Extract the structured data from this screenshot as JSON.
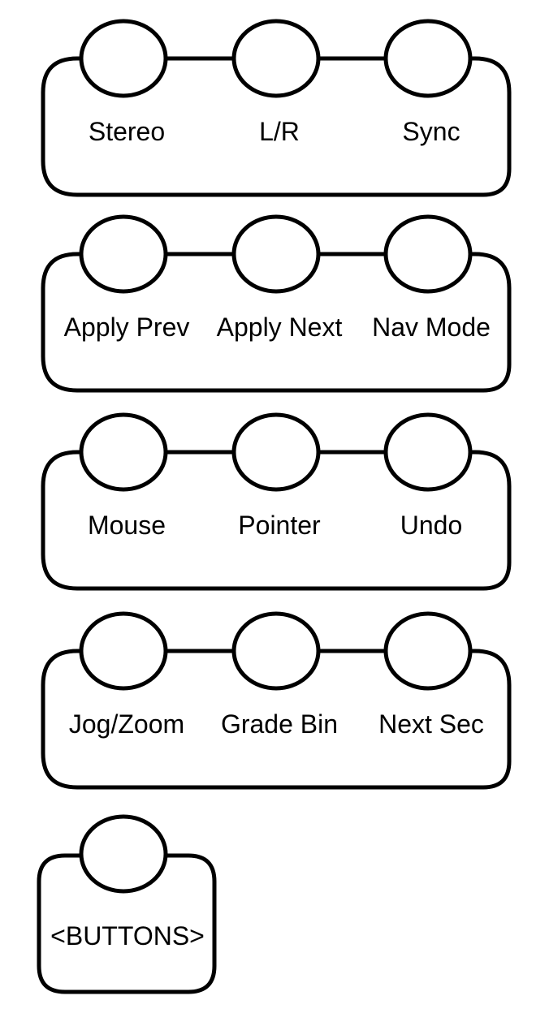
{
  "groups": [
    {
      "buttons": [
        {
          "label": "Stereo"
        },
        {
          "label": "L/R"
        },
        {
          "label": "Sync"
        }
      ]
    },
    {
      "buttons": [
        {
          "label": "Apply Prev"
        },
        {
          "label": "Apply Next"
        },
        {
          "label": "Nav Mode"
        }
      ]
    },
    {
      "buttons": [
        {
          "label": "Mouse"
        },
        {
          "label": "Pointer"
        },
        {
          "label": "Undo"
        }
      ]
    },
    {
      "buttons": [
        {
          "label": "Jog/Zoom"
        },
        {
          "label": "Grade Bin"
        },
        {
          "label": "Next Sec"
        }
      ]
    }
  ],
  "legend": {
    "label": "<BUTTONS>"
  }
}
